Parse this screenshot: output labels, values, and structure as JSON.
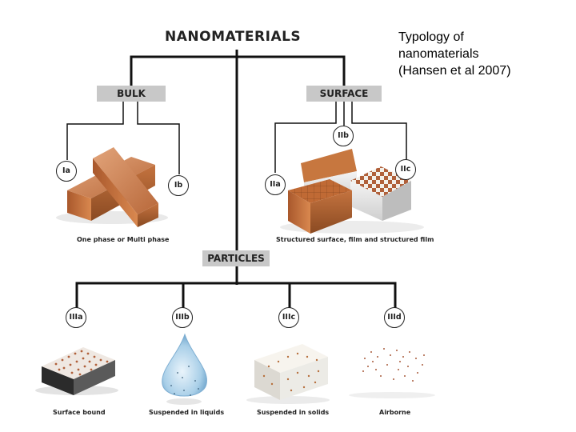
{
  "diagram": {
    "title": "NANOMATERIALS",
    "caption": "Typology of\nnanomaterials\n(Hansen et al 2007)",
    "categories": {
      "bulk": "BULK",
      "surface": "SURFACE",
      "particles": "PARTICLES"
    },
    "nodes": {
      "Ia": "Ia",
      "Ib": "Ib",
      "IIa": "IIa",
      "IIb": "IIb",
      "IIc": "IIc",
      "IIIa": "IIIa",
      "IIIb": "IIIb",
      "IIIc": "IIIc",
      "IIId": "IIId"
    },
    "descriptions": {
      "bulk": "One phase or Multi phase",
      "surface": "Structured surface, film and structured film",
      "IIIa": "Surface bound",
      "IIIb": "Suspended in liquids",
      "IIIc": "Suspended in solids",
      "IIId": "Airborne"
    }
  },
  "colors": {
    "line": "#111111",
    "header_bg": "#c8c8c8",
    "copper": "#c0703a",
    "block_grey": "#e6e6e6"
  }
}
